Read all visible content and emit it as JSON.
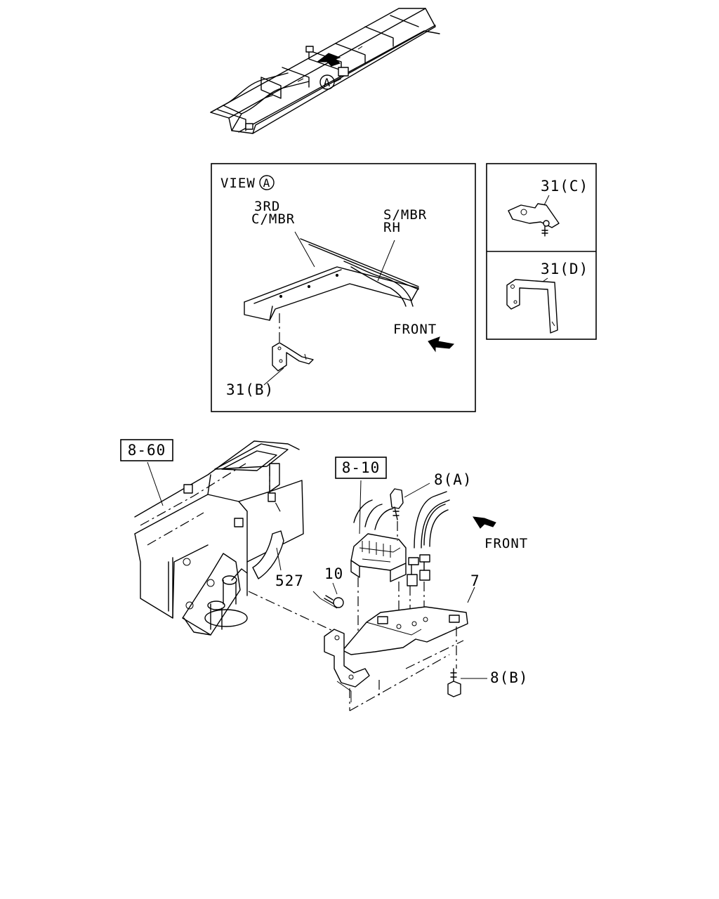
{
  "view_panel": {
    "title": "VIEW",
    "title_marker": "A",
    "member_3rd_line1": "3RD",
    "member_3rd_line2": "C/MBR",
    "member_side_line1": "S/MBR",
    "member_side_line2": "RH",
    "front": "FRONT",
    "part_b": "31(B)"
  },
  "frame_marker": "A",
  "side_panel": {
    "part_c": "31(C)",
    "part_d": "31(D)"
  },
  "assembly": {
    "ref_860": "8-60",
    "ref_810": "8-10",
    "part_8a": "8(A)",
    "part_8b": "8(B)",
    "part_527": "527",
    "part_10": "10",
    "part_7": "7",
    "front": "FRONT"
  }
}
